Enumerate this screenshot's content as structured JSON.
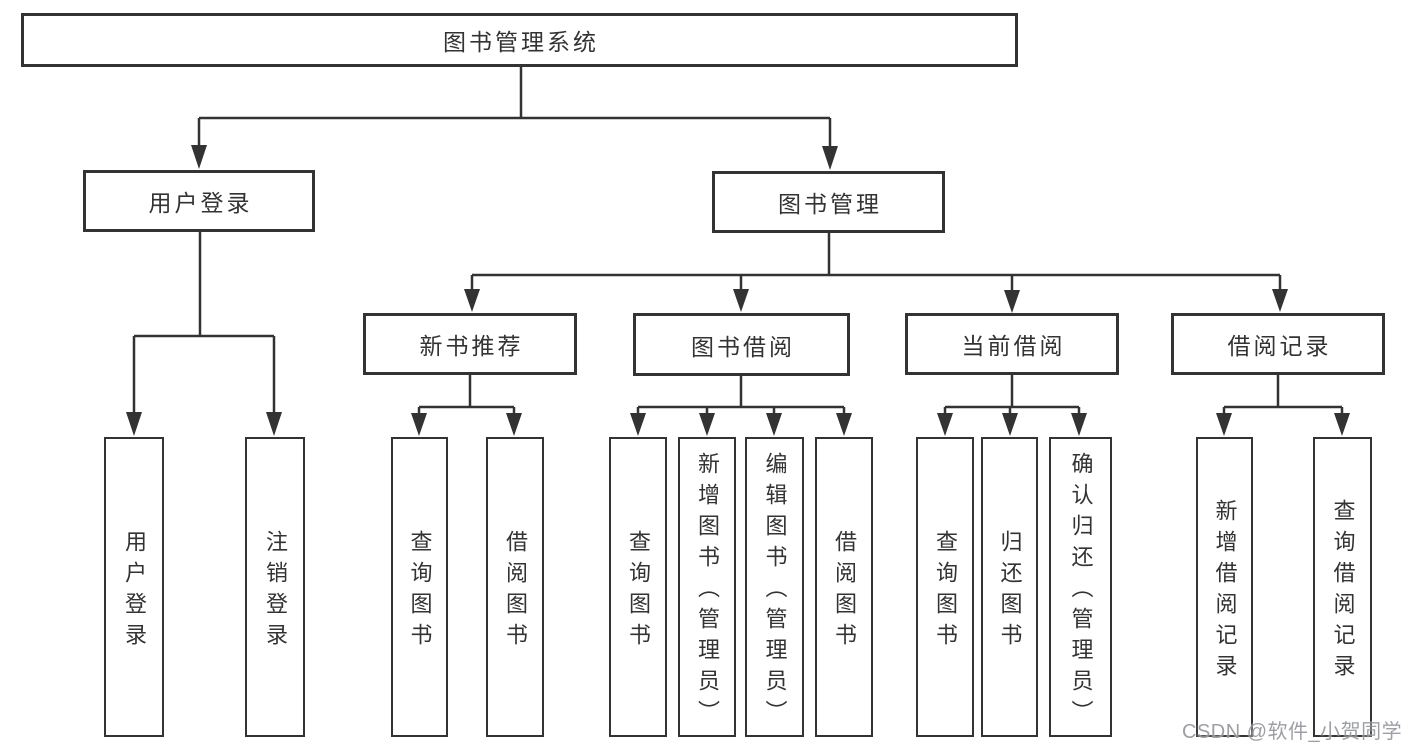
{
  "canvas": {
    "background": "#ffffff",
    "line_color": "#333333",
    "box_border_color": "#333333",
    "text_color": "#333333"
  },
  "watermark": {
    "text": "CSDN @软件_小贺同学",
    "color": "#8c8e94"
  },
  "tree": {
    "root": {
      "label": "图书管理系统"
    },
    "branches": [
      {
        "label": "用户登录",
        "children": [
          {
            "label": "用户登录"
          },
          {
            "label": "注销登录"
          }
        ]
      },
      {
        "label": "图书管理",
        "children": [
          {
            "label": "新书推荐",
            "children": [
              {
                "label": "查询图书"
              },
              {
                "label": "借阅图书"
              }
            ]
          },
          {
            "label": "图书借阅",
            "children": [
              {
                "label": "查询图书"
              },
              {
                "label": "新增图书（管理员）"
              },
              {
                "label": "编辑图书（管理员）"
              },
              {
                "label": "借阅图书"
              }
            ]
          },
          {
            "label": "当前借阅",
            "children": [
              {
                "label": "查询图书"
              },
              {
                "label": "归还图书"
              },
              {
                "label": "确认归还（管理员）"
              }
            ]
          },
          {
            "label": "借阅记录",
            "children": [
              {
                "label": "新增借阅记录"
              },
              {
                "label": "查询借阅记录"
              }
            ]
          }
        ]
      }
    ]
  }
}
